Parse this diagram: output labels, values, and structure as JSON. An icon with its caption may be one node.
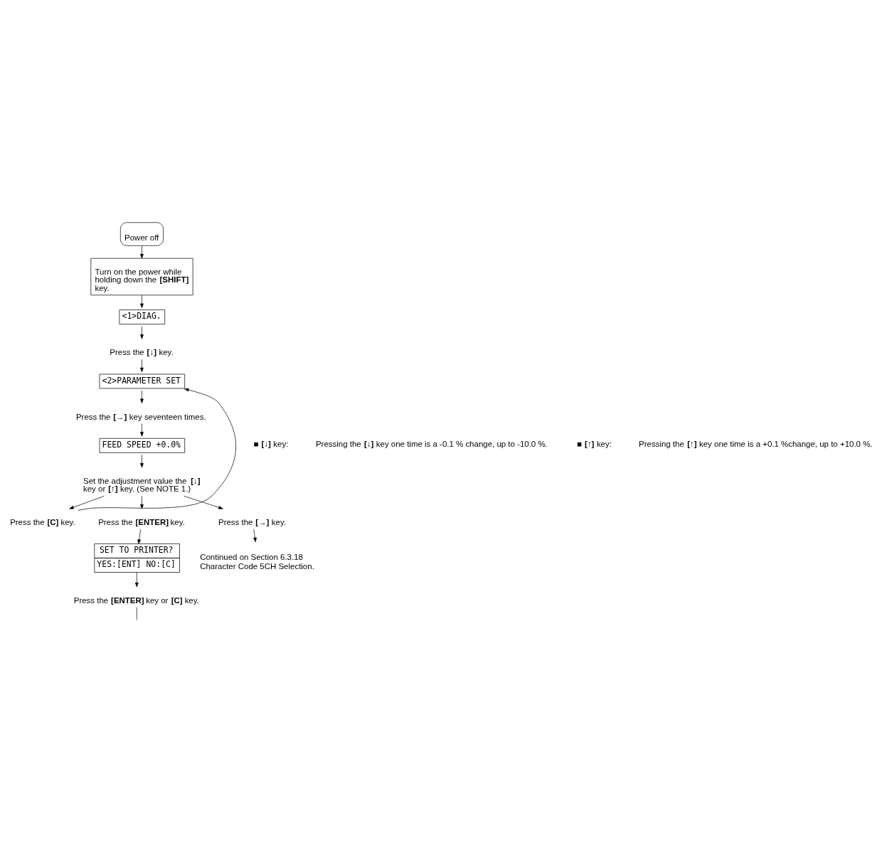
{
  "diagram": {
    "nodes": [
      {
        "text": [
          "Power off"
        ]
      },
      {
        "text": [
          "Turn on the power while holding down the **[SHIFT]** key."
        ]
      },
      {
        "text": [
          "<1>DIAG."
        ]
      },
      {
        "text": [
          "Press the **[↓]** key."
        ]
      },
      {
        "text": [
          "<2>PARAMETER SET"
        ]
      },
      {
        "text": [
          "Press the **[→]** key seventeen times."
        ]
      },
      {
        "text": [
          "FEED SPEED +0.0%"
        ]
      },
      {
        "text": [
          "Set the adjustment value the **[↓]** key or **[↑]** key. (See NOTE 1.)"
        ]
      },
      {
        "text": [
          "Press the **[C]** key."
        ]
      },
      {
        "text": [
          "Press the **[ENTER]** key."
        ]
      },
      {
        "text": [
          "Press the **[→]** key."
        ]
      },
      {
        "text": [
          "SET TO PRINTER?",
          "YES:[ENT] NO:[C]"
        ]
      },
      {
        "text": [
          "Continued on Section 6.3.18 Character Code 5CH Selection."
        ]
      },
      {
        "text": [
          "Press the **[ENTER]** key or **[C]** key."
        ]
      }
    ],
    "edges": [
      {
        "from": 0,
        "to": 1,
        "arrow": "to"
      },
      {
        "from": 1,
        "to": 2,
        "arrow": "to"
      },
      {
        "from": 2,
        "to": 3,
        "arrow": "to"
      },
      {
        "from": 3,
        "to": 4,
        "arrow": "to"
      },
      {
        "from": 4,
        "to": 5,
        "arrow": "to"
      },
      {
        "from": 5,
        "to": 6,
        "arrow": "to"
      },
      {
        "from": 6,
        "to": 7,
        "arrow": "to"
      },
      {
        "from": 7,
        "to": 8,
        "arrow": "to"
      },
      {
        "from": 7,
        "to": 9,
        "arrow": "to"
      },
      {
        "from": 7,
        "to": 10,
        "arrow": "to"
      },
      {
        "from": 8,
        "to": 4,
        "arrow": "to"
      },
      {
        "from": 10,
        "to": 12,
        "arrow": "to"
      },
      {
        "from": 9,
        "to": 11,
        "arrow": "to"
      },
      {
        "from": 11,
        "to": 13,
        "arrow": "to"
      },
      {
        "from": 13,
        "to": null,
        "arrow": "none"
      }
    ],
    "labels": [
      "■ **[↓]** key:",
      "Pressing the **[↓]** key one time is a -0.1 % change, up to -10.0 %.",
      "■ **[↑]** key:",
      "Pressing the **[↑]** key one time is a +0.1 %change, up to +10.0 %."
    ]
  }
}
